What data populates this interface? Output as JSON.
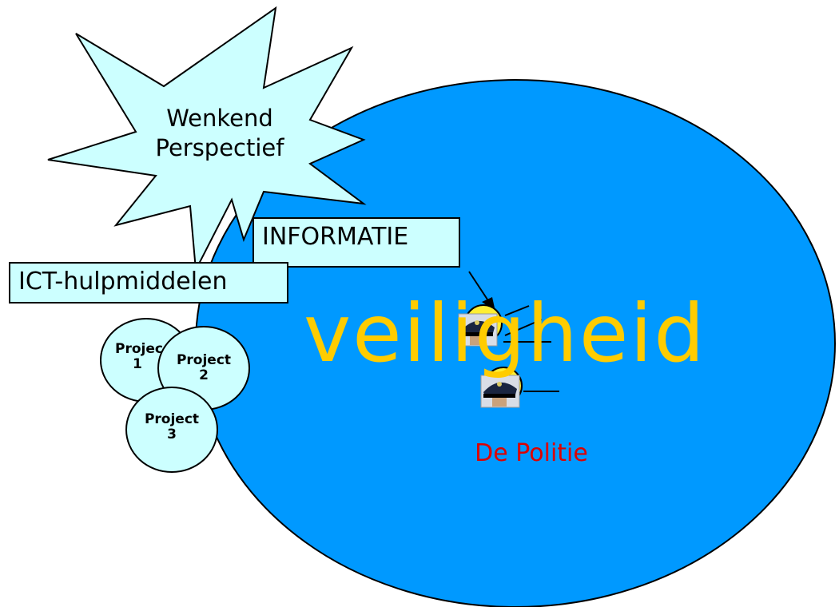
{
  "star": {
    "line1": "Wenkend",
    "line2": "Perspectief"
  },
  "informatie_label": "INFORMATIE",
  "ict_label": "ICT-hulpmiddelen",
  "projects": [
    {
      "line1": "Project",
      "line2": "1"
    },
    {
      "line1": "Project",
      "line2": "2"
    },
    {
      "line1": "Project",
      "line2": "3"
    }
  ],
  "main_word": "veiligheid",
  "politie_label": "De Politie",
  "colors": {
    "ellipse": "#0099ff",
    "shapes": "#ccffff",
    "main_word": "#ffcc00",
    "politie": "#dd0000",
    "outline": "#000000"
  }
}
